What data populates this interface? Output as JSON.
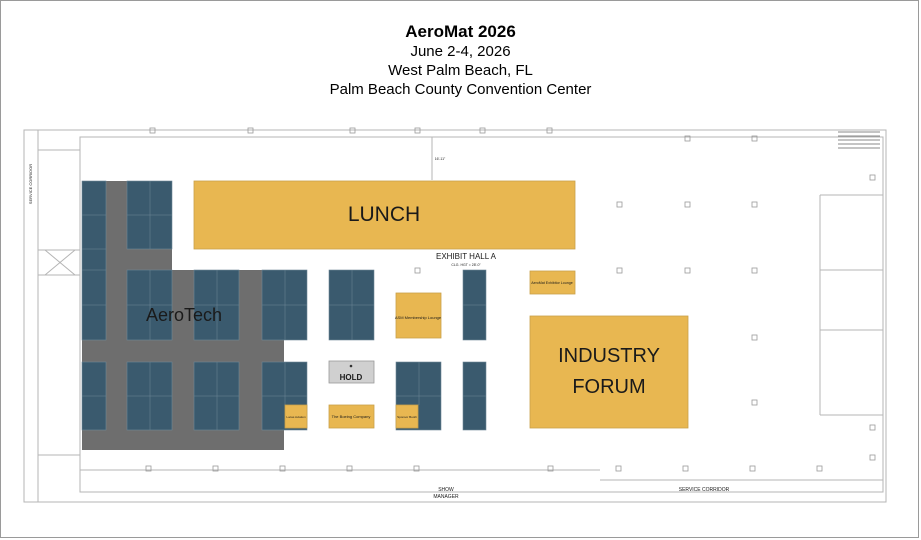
{
  "header": {
    "title": "AeroMat 2026",
    "dates": "June 2-4, 2026",
    "city": "West Palm Beach, FL",
    "venue": "Palm Beach County Convention Center"
  },
  "floorplan": {
    "hall_label": "EXHIBIT HALL  A",
    "ceiling_note": "CLG. HGT = 28'-0\"",
    "service_corridor_left": "SERVICE CORRIDOR",
    "service_corridor_bottom": "SERVICE CORRIDOR",
    "show_manager": "SHOW MANAGER",
    "dimension_note": "16'-11\"",
    "areas": {
      "lunch": "LUNCH",
      "industry_forum_line1": "INDUSTRY",
      "industry_forum_line2": "FORUM",
      "aerotech": "AeroTech",
      "hold": "HOLD",
      "asm_lounge": "ASM Membership Lounge",
      "aeromat_lounge": "AeroMat Exhibitor Lounge",
      "boeing": "The Boeing Company",
      "small_booth_a": "Lucas Aviation",
      "small_booth_b": "Sponsor Booth"
    },
    "colors": {
      "booth": "#3a5a6e",
      "aisle_gray": "#6e6e6e",
      "feature_gold": "#e8b751",
      "hold_gray": "#d0d0d0",
      "wall": "#b5b5b5"
    }
  }
}
